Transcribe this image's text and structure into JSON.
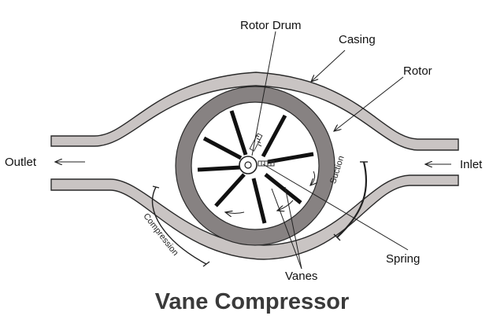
{
  "title": "Vane Compressor",
  "labels": {
    "rotor_drum": "Rotor Drum",
    "casing": "Casing",
    "rotor": "Rotor",
    "outlet": "Outlet",
    "inlet": "Inlet",
    "suction": "Suction",
    "compression": "Compression",
    "spring": "Spring",
    "vanes": "Vanes"
  },
  "colors": {
    "casing": "#c9c4c3",
    "rotor": "#878282",
    "outline": "#2a2a2a",
    "vane": "#111111"
  }
}
